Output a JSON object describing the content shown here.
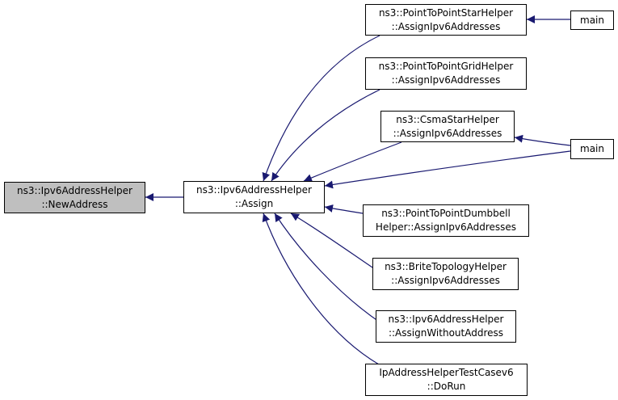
{
  "graph": {
    "edge_color": "#191970",
    "selected_fill": "#bfbfbf",
    "nodes": {
      "new_address": {
        "line1": "ns3::Ipv6AddressHelper",
        "line2": "::NewAddress"
      },
      "assign": {
        "line1": "ns3::Ipv6AddressHelper",
        "line2": "::Assign"
      },
      "p2p_star": {
        "line1": "ns3::PointToPointStarHelper",
        "line2": "::AssignIpv6Addresses"
      },
      "p2p_grid": {
        "line1": "ns3::PointToPointGridHelper",
        "line2": "::AssignIpv6Addresses"
      },
      "csma_star": {
        "line1": "ns3::CsmaStarHelper",
        "line2": "::AssignIpv6Addresses"
      },
      "p2p_dumbbell": {
        "line1": "ns3::PointToPointDumbbell",
        "line2": "Helper::AssignIpv6Addresses"
      },
      "brite": {
        "line1": "ns3::BriteTopologyHelper",
        "line2": "::AssignIpv6Addresses"
      },
      "assign_without": {
        "line1": "ns3::Ipv6AddressHelper",
        "line2": "::AssignWithoutAddress"
      },
      "ip_test": {
        "line1": "IpAddressHelperTestCasev6",
        "line2": "::DoRun"
      },
      "main_top": {
        "line1": "main"
      },
      "main_mid": {
        "line1": "main"
      }
    }
  }
}
